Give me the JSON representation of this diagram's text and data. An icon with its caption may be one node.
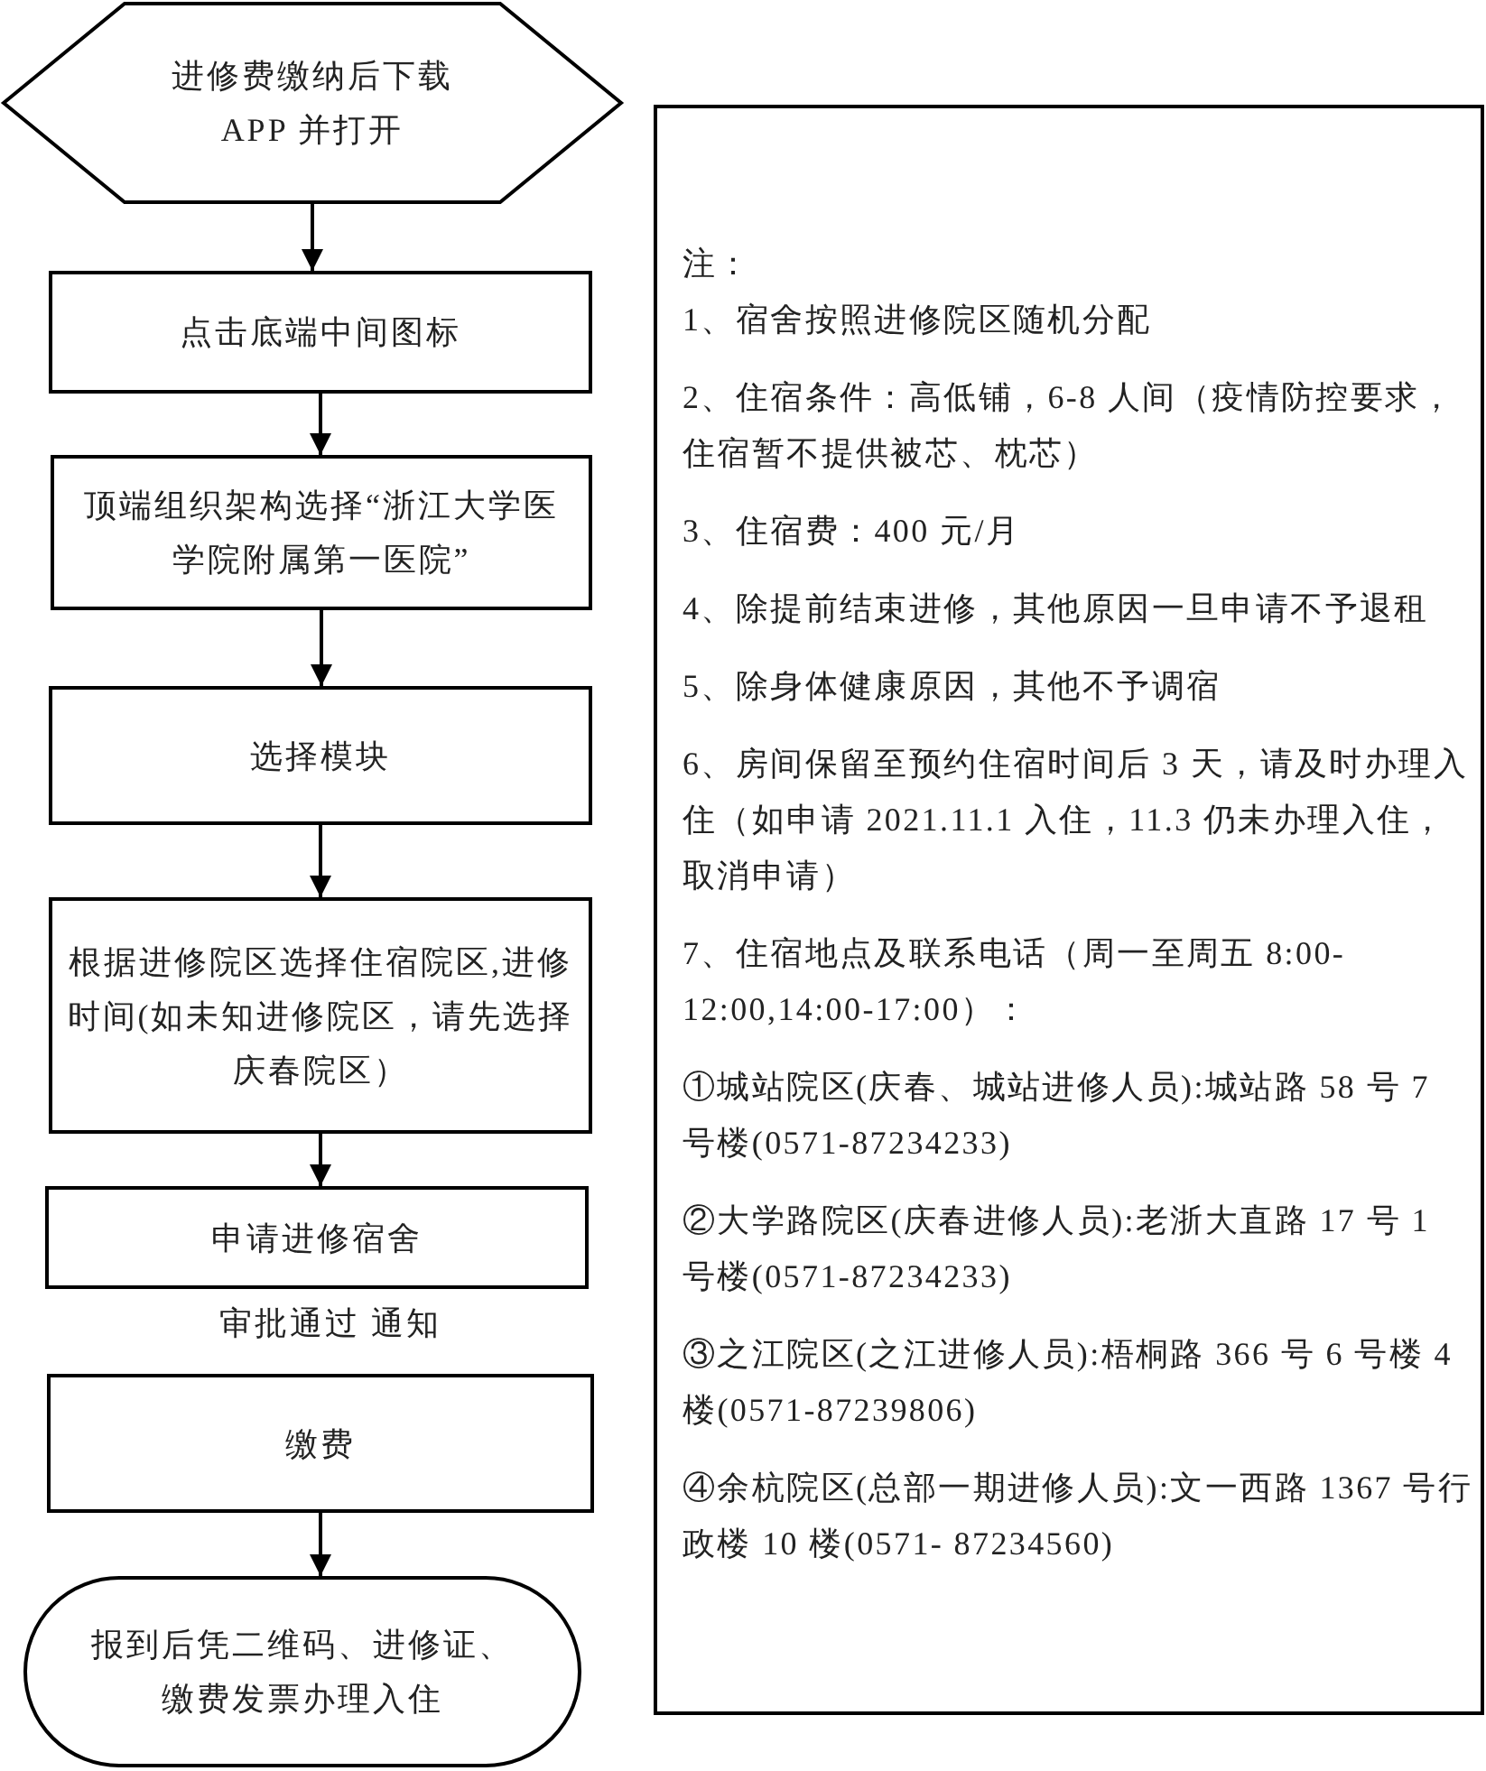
{
  "diagram": {
    "nodes": [
      {
        "text": [
          "进修费缴纳后下载 APP 并打开"
        ]
      },
      {
        "text": [
          "点击底端中间图标"
        ]
      },
      {
        "text": [
          "顶端组织架构选择“浙江大学医学院附属第一医院”"
        ]
      },
      {
        "text": [
          "选择模块"
        ]
      },
      {
        "text": [
          "根据进修院区选择住宿院区,进修时间(如未知进修院区，请先选择庆春院区）"
        ]
      },
      {
        "text": [
          "申请进修宿舍"
        ]
      },
      {
        "text": [
          "缴费"
        ]
      },
      {
        "text": [
          "报到后凭二维码、进修证、缴费发票办理入住"
        ]
      },
      {
        "text": [
          "注：",
          "1、宿舍按照进修院区随机分配",
          "2、住宿条件：高低铺，6-8 人间（疫情防控要求，住宿暂不提供被芯、枕芯）",
          "3、住宿费：400 元/月",
          "4、除提前结束进修，其他原因一旦申请不予退租",
          "5、除身体健康原因，其他不予调宿",
          "6、房间保留至预约住宿时间后 3 天，请及时办理入住（如申请 2021.11.1 入住，11.3 仍未办理入住，取消申请）",
          "7、住宿地点及联系电话（周一至周五 8:00-12:00,14:00-17:00）：",
          "①城站院区(庆春、城站进修人员):城站路 58 号 7 号楼(0571-87234233)",
          "②大学路院区(庆春进修人员):老浙大直路 17 号 1 号楼(0571-87234233)",
          "③之江院区(之江进修人员):梧桐路 366 号 6 号楼 4 楼(0571-87239806)",
          "④余杭院区(总部一期进修人员):文一西路 1367 号行政楼 10 楼(0571- 87234560)"
        ]
      }
    ],
    "edges": [
      {
        "from": 0,
        "to": 1,
        "arrow": "to"
      },
      {
        "from": 1,
        "to": 2,
        "arrow": "to"
      },
      {
        "from": 2,
        "to": 3,
        "arrow": "to"
      },
      {
        "from": 3,
        "to": 4,
        "arrow": "to"
      },
      {
        "from": 4,
        "to": 5,
        "arrow": "to"
      },
      {
        "from": 6,
        "to": 7,
        "arrow": "to"
      }
    ],
    "labels": [
      "审批通过 通知"
    ]
  }
}
